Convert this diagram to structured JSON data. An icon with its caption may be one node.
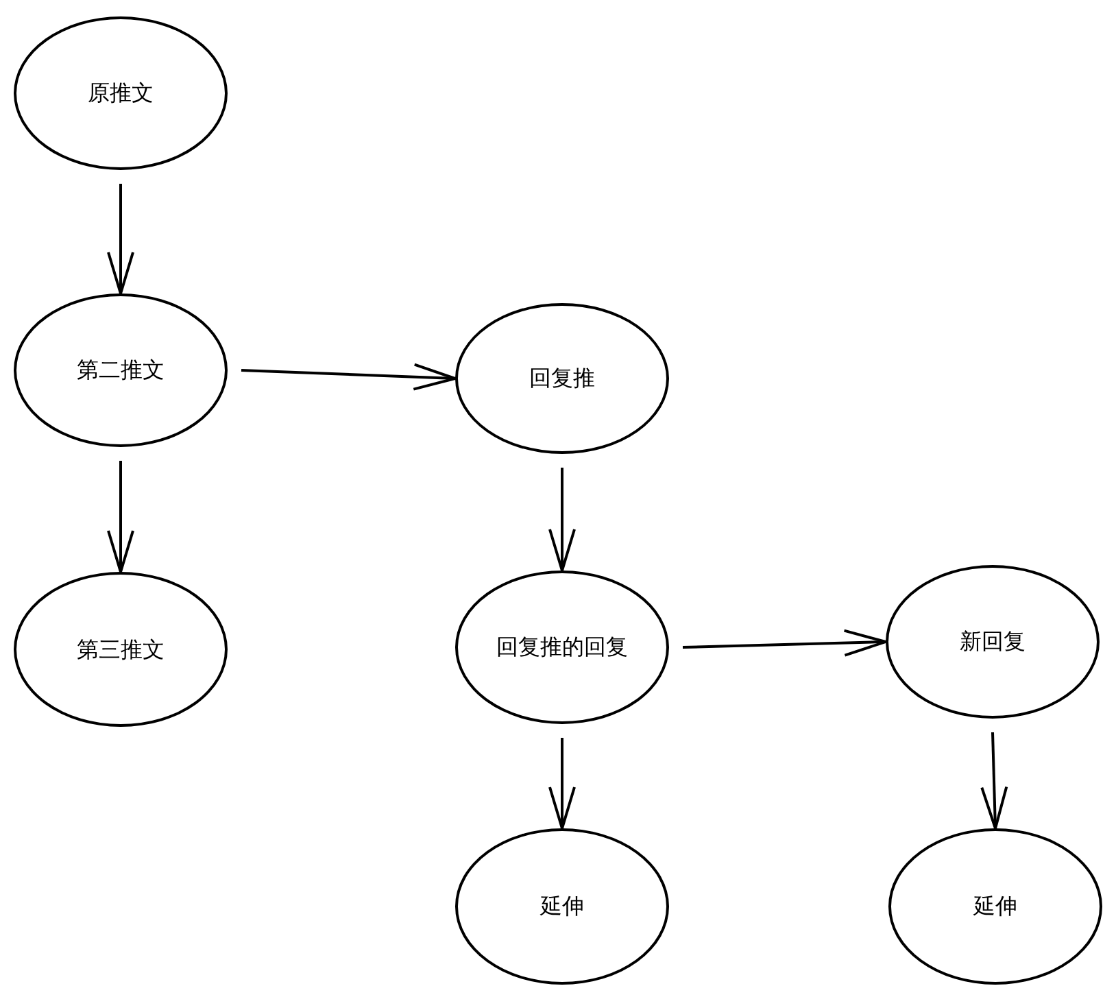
{
  "diagram": {
    "nodes": [
      {
        "text": [
          "原推文"
        ]
      },
      {
        "text": [
          "第二推文"
        ]
      },
      {
        "text": [
          "第三推文"
        ]
      },
      {
        "text": [
          "回复推"
        ]
      },
      {
        "text": [
          "回复推的回复"
        ]
      },
      {
        "text": [
          "新回复"
        ]
      },
      {
        "text": [
          "延伸"
        ]
      },
      {
        "text": [
          "延伸"
        ]
      }
    ],
    "edges": [
      {
        "from": 0,
        "to": 1,
        "arrow": "to"
      },
      {
        "from": 1,
        "to": 3,
        "arrow": "to"
      },
      {
        "from": 1,
        "to": 2,
        "arrow": "to"
      },
      {
        "from": 3,
        "to": 4,
        "arrow": "to"
      },
      {
        "from": 4,
        "to": 5,
        "arrow": "to"
      },
      {
        "from": 4,
        "to": 6,
        "arrow": "to"
      },
      {
        "from": 5,
        "to": 7,
        "arrow": "to"
      }
    ]
  }
}
